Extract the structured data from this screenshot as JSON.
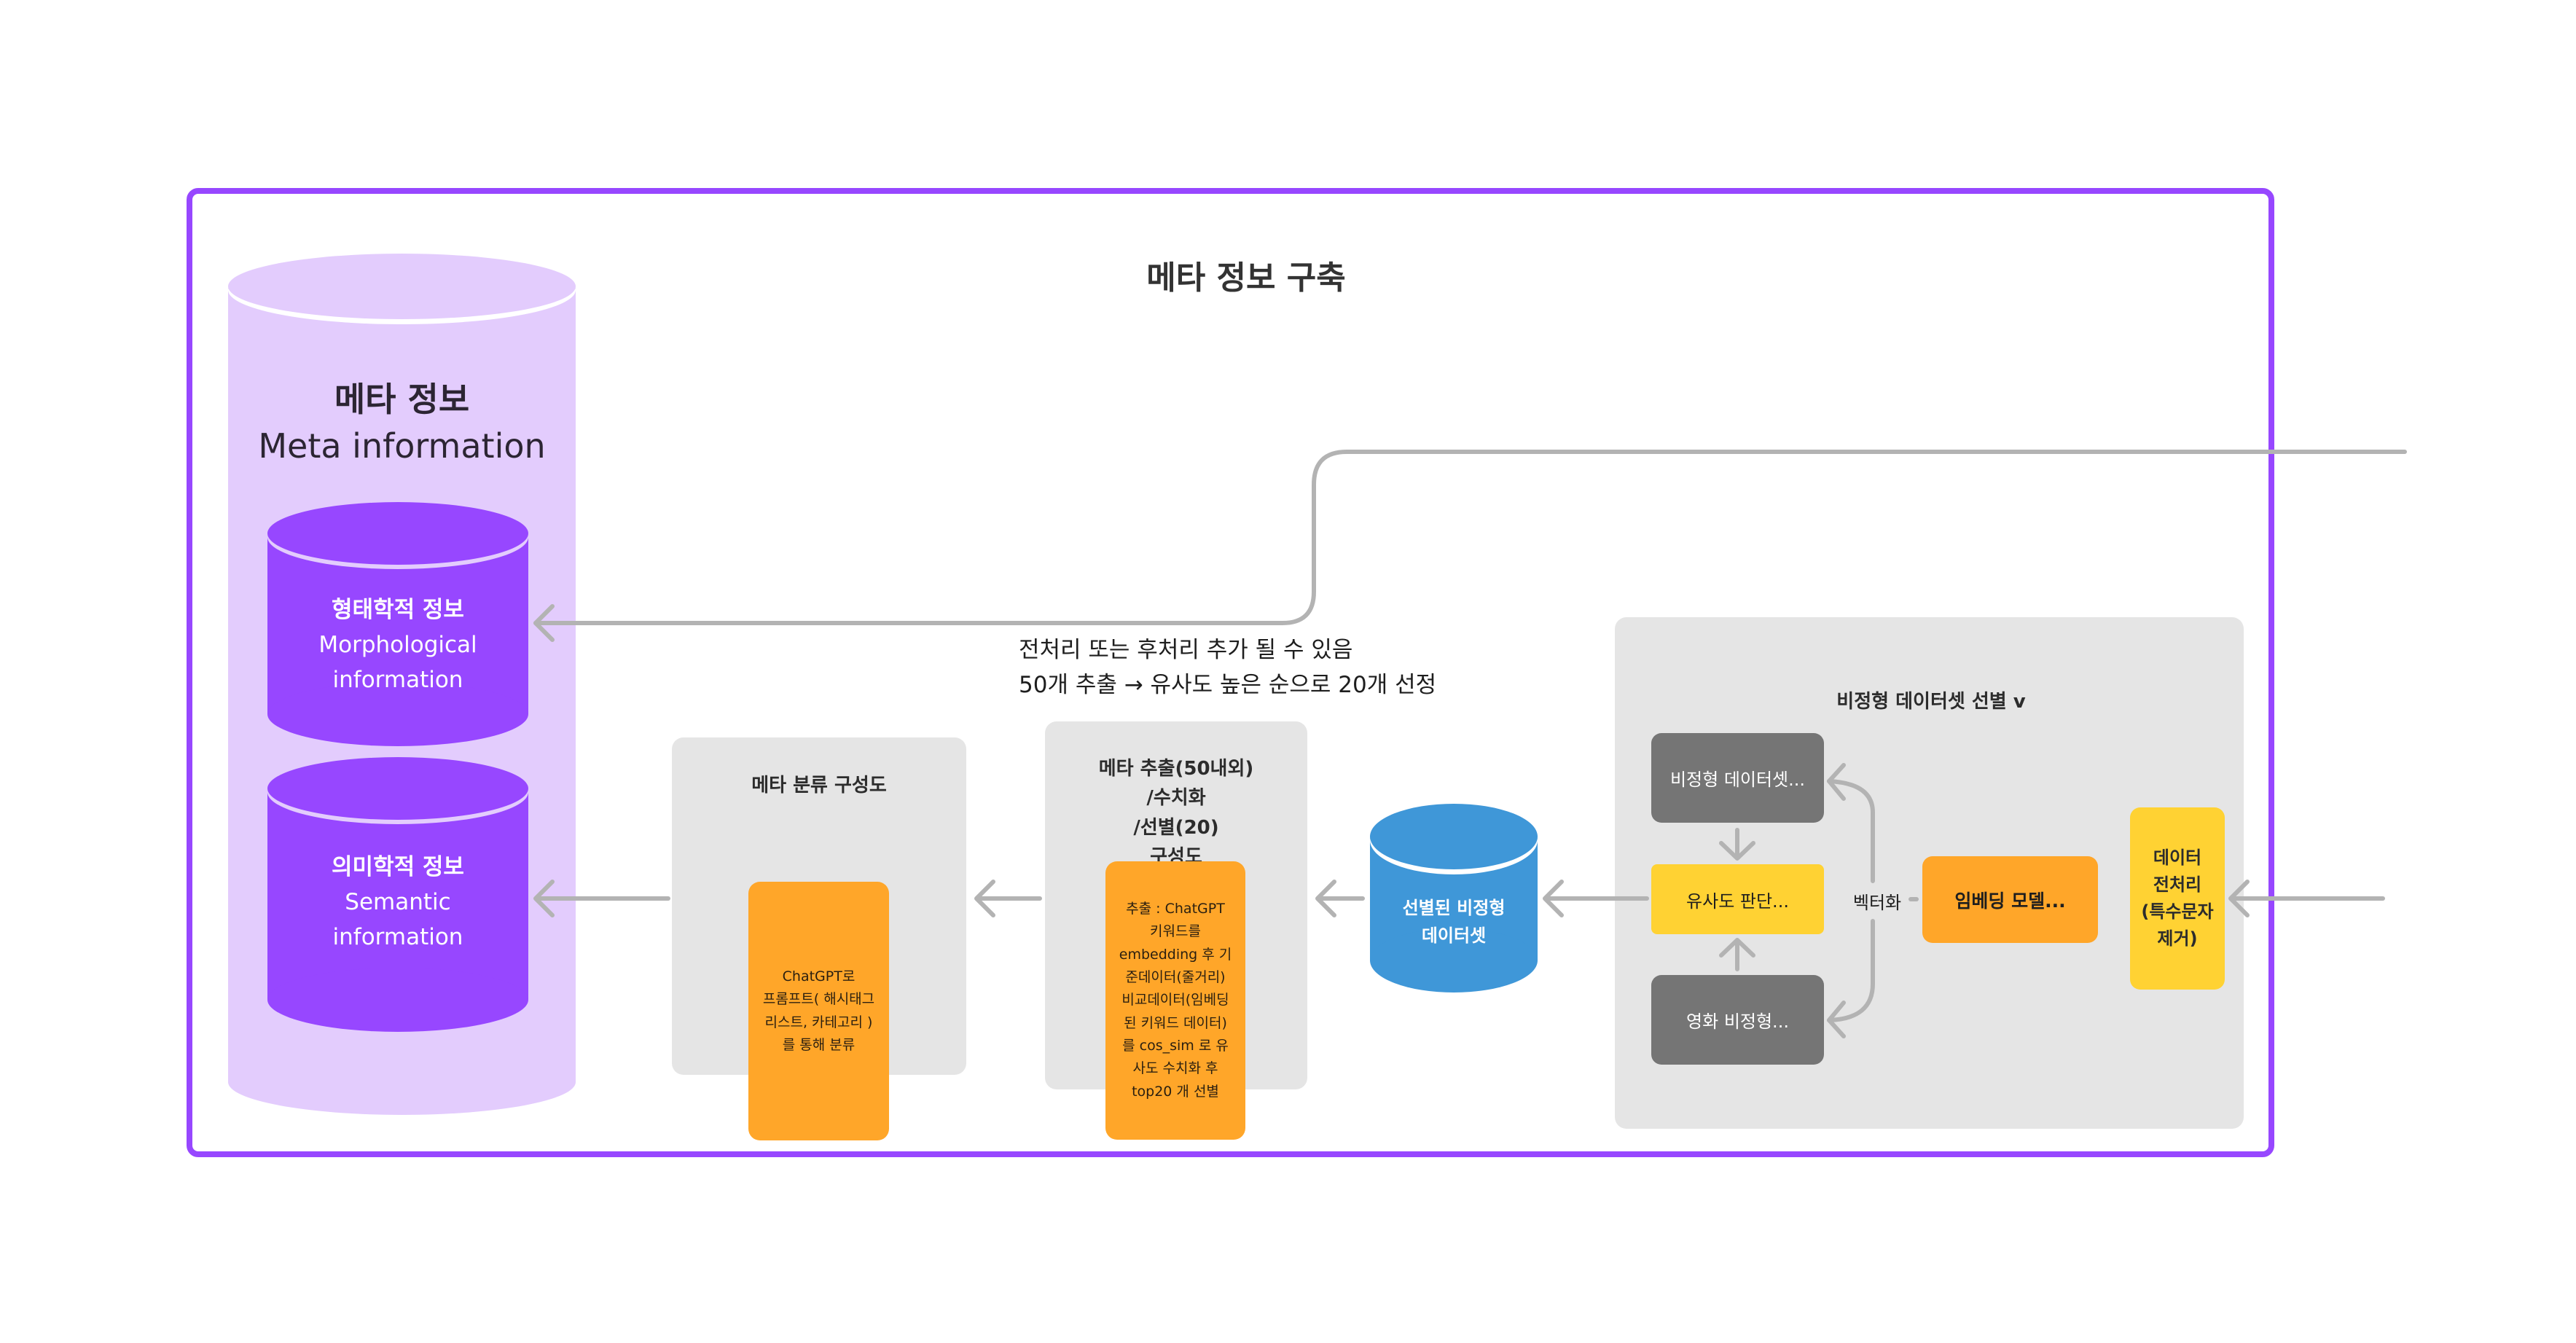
{
  "frame": {
    "title": "메타 정보 구축",
    "border_color": "#9747FF"
  },
  "meta_info": {
    "title_ko": "메타 정보",
    "title_en": "Meta information",
    "color": "#E3CCFD",
    "stores": [
      {
        "title_ko": "형태학적 정보",
        "title_en_1": "Morphological",
        "title_en_2": "information",
        "color": "#9747FF"
      },
      {
        "title_ko": "의미학적 정보",
        "title_en_1": "Semantic",
        "title_en_2": "information",
        "color": "#9747FF"
      }
    ]
  },
  "note": {
    "line1": "전처리 또는 후처리 추가 될 수 있음",
    "line2": "50개 추출 → 유사도 높은 순으로 20개 선정"
  },
  "classification_box": {
    "title": "메타 분류 구성도",
    "detail": "ChatGPT로\n프롬프트( 해시태그\n리스트, 카테고리 )\n를 통해 분류"
  },
  "extraction_box": {
    "title_lines": [
      "메타 추출(50내외)",
      "/수치화",
      "/선별(20)",
      "구성도"
    ],
    "detail": "추출 : ChatGPT\n키워드를\nembedding 후 기\n준데이터(줄거리)\n비교데이터(임베딩\n된 키워드 데이터)\n를 cos_sim 로 유\n사도 수치화 후\ntop20 개 선별"
  },
  "selected_dataset": {
    "line1": "선별된 비정형",
    "line2": "데이터셋",
    "color": "#3F97D8"
  },
  "selection_panel": {
    "title": "비정형 데이터셋 선별 v",
    "unstructured_dataset": "비정형 데이터셋...",
    "similarity": "유사도 판단...",
    "movie_unstructured": "영화 비정형...",
    "vectorize_label": "벡터화",
    "embedding_model": "임베딩 모델...",
    "preprocessing": "데이터\n전처리\n(특수문자\n제거)"
  },
  "colors": {
    "connector": "#B3B3B3",
    "panel_bg": "#E5E5E5",
    "dark_node": "#757575",
    "yellow_node": "#FFD233",
    "orange_node": "#FFA629"
  }
}
